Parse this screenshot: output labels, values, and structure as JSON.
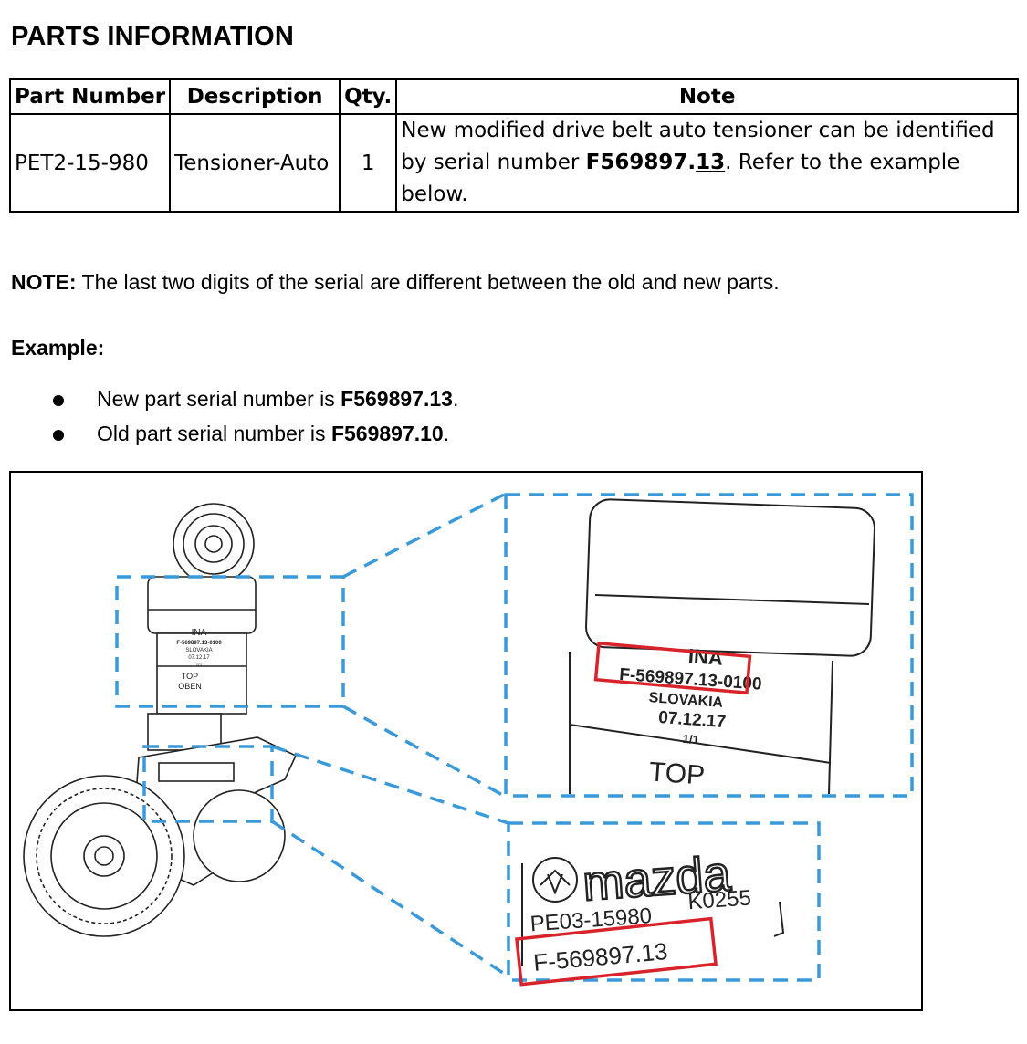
{
  "page": {
    "title": "PARTS INFORMATION"
  },
  "parts_table": {
    "headers": {
      "part_number": "Part Number",
      "description": "Description",
      "qty": "Qty.",
      "note": "Note"
    },
    "row": {
      "part_number": "PET2-15-980",
      "description": "Tensioner-Auto",
      "qty": "1",
      "note_text_1": "New modified drive belt auto tensioner can be identified by serial number ",
      "note_serial_base": "F569897.",
      "note_serial_suffix": "13",
      "note_text_2": ". Refer to the example below."
    }
  },
  "note": {
    "label": "NOTE:",
    "text": " The last two digits of the serial are different between the old and new parts."
  },
  "example": {
    "label": "Example:",
    "items": [
      {
        "text": "New part serial number is ",
        "serial": "F569897.13",
        "end": "."
      },
      {
        "text": "Old part serial number is ",
        "serial": "F569897.10",
        "end": "."
      }
    ]
  },
  "figure": {
    "colors": {
      "dash_blue": "#3a9ad9",
      "highlight_red": "#d8232a",
      "line": "#222222"
    },
    "small_label": {
      "brand": "INA",
      "serial": "F-569897.13-0100",
      "origin": "SLOVAKIA",
      "date": "07.12.17",
      "code": "1/1",
      "top": "TOP",
      "oben": "OBEN"
    },
    "zoom_top": {
      "brand": "INA",
      "serial": "F-569897.13-0100",
      "origin": "SLOVAKIA",
      "date": "07.12.17",
      "code": "1/1",
      "top": "TOP"
    },
    "zoom_bottom": {
      "logo_text": "mazda",
      "part_code": "PE03-15980",
      "lot_code": "K0255",
      "serial": "F-569897.13"
    }
  }
}
